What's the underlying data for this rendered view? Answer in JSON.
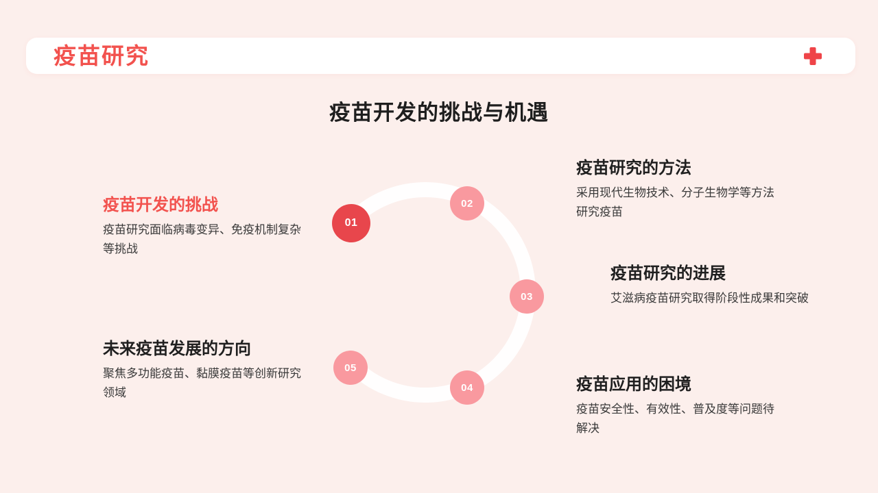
{
  "header": {
    "title": "疫苗研究",
    "cross_icon": "medical-cross"
  },
  "title": "疫苗开发的挑战与机遇",
  "colors": {
    "background": "#FCEFEC",
    "header_bar": "#FFFFFF",
    "accent_red": "#F2524E",
    "cross_red": "#EF4448",
    "circle_primary": "#E8464C",
    "circle_secondary": "#F9999F",
    "ring": "#FFFFFF",
    "heading_text": "#1F1F1F",
    "body_text": "#3A3A3A"
  },
  "diagram": {
    "type": "cycle",
    "steps": [
      {
        "number": "01"
      },
      {
        "number": "02"
      },
      {
        "number": "03"
      },
      {
        "number": "04"
      },
      {
        "number": "05"
      }
    ]
  },
  "blocks": {
    "challenge": {
      "heading": "疫苗开发的挑战",
      "body": "疫苗研究面临病毒变异、免疫机制复杂等挑战"
    },
    "method": {
      "heading": "疫苗研究的方法",
      "body": "采用现代生物技术、分子生物学等方法研究疫苗"
    },
    "progress": {
      "heading": "疫苗研究的进展",
      "body": "艾滋病疫苗研究取得阶段性成果和突破"
    },
    "dilemma": {
      "heading": "疫苗应用的困境",
      "body": "疫苗安全性、有效性、普及度等问题待解决"
    },
    "future": {
      "heading": "未来疫苗发展的方向",
      "body": "聚焦多功能疫苗、黏膜疫苗等创新研究领域"
    }
  }
}
